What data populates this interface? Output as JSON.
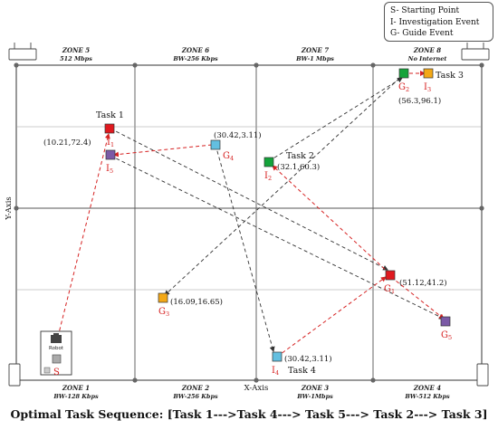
{
  "legend": [
    "S- Starting Point",
    "I- Investigation Event",
    "G- Guide Event"
  ],
  "axes": {
    "x": "X-Axis",
    "y": "Y-Axis"
  },
  "zones_top": [
    {
      "name": "ZONE 5",
      "bw": "512 Mbps"
    },
    {
      "name": "ZONE 6",
      "bw": "BW-256 Kbps"
    },
    {
      "name": "ZONE 7",
      "bw": "BW-1 Mbps"
    },
    {
      "name": "ZONE 8",
      "bw": "No Internet"
    }
  ],
  "zones_bottom": [
    {
      "name": "ZONE 1",
      "bw": "BW-128 Kbps"
    },
    {
      "name": "ZONE 2",
      "bw": "BW-256 Kbps"
    },
    {
      "name": "ZONE 3",
      "bw": "BW-1Mbps"
    },
    {
      "name": "ZONE 4",
      "bw": "BW-512 Kbps"
    }
  ],
  "tasks": [
    "Task 1",
    "Task 2",
    "Task 3",
    "Task 4"
  ],
  "coords": [
    "(10.21,72.4)",
    "(30.42,3.11)",
    "(32.1,60.3)",
    "(56.3,96.1)",
    "(51.12,41.2)",
    "(16.09,16.65)",
    "(30.42,3.11)"
  ],
  "events": {
    "I1": {
      "letter": "I",
      "sub": "1"
    },
    "I2": {
      "letter": "I",
      "sub": "2"
    },
    "I3": {
      "letter": "I",
      "sub": "3"
    },
    "I4": {
      "letter": "I",
      "sub": "4"
    },
    "I5": {
      "letter": "I",
      "sub": "5"
    },
    "G1": {
      "letter": "G",
      "sub": "1"
    },
    "G2": {
      "letter": "G",
      "sub": "2"
    },
    "G3": {
      "letter": "G",
      "sub": "3"
    },
    "G4": {
      "letter": "G",
      "sub": "4"
    },
    "G5": {
      "letter": "G",
      "sub": "5"
    }
  },
  "start": {
    "label": "S",
    "robot": "Robot"
  },
  "colors": {
    "red": "#e0191f",
    "green": "#14a33a",
    "orange": "#f3a816",
    "light_blue": "#63bfe0",
    "purple": "#7b5aa6",
    "label_red": "#d62222",
    "grid": "#555555"
  },
  "caption": "Optimal Task Sequence: [Task 1--->Task 4---> Task 5---> Task 2---> Task 3]"
}
